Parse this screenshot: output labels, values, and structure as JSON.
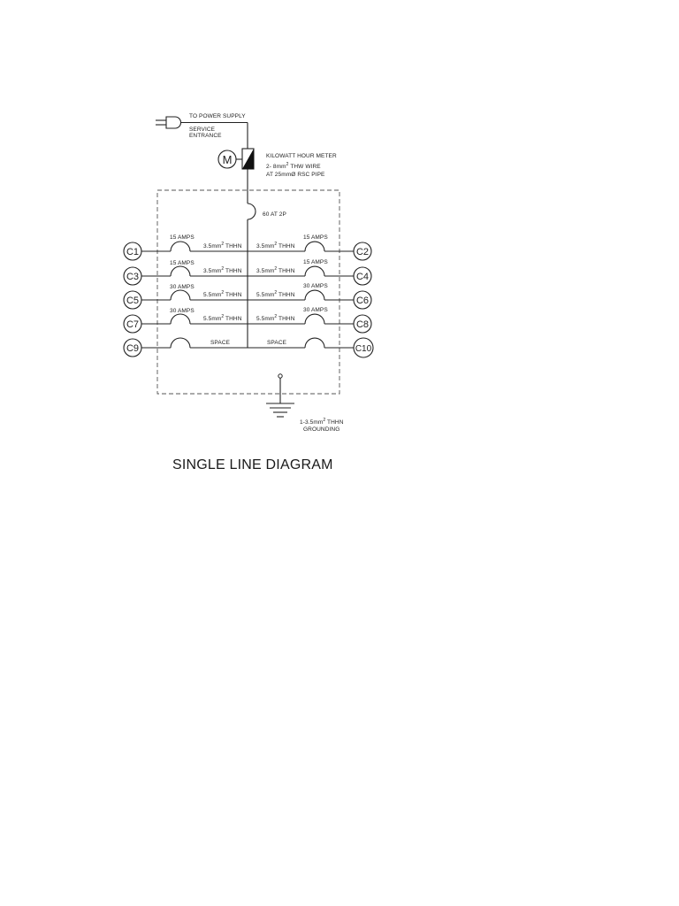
{
  "supply": {
    "to_power_supply": "TO POWER SUPPLY",
    "service_line1": "SERVICE",
    "service_line2": "ENTRANCE"
  },
  "meter": {
    "symbol": "M",
    "label": "KILOWATT HOUR METER",
    "wire_line1_pre": "2- 8mm",
    "wire_line1_post": " THW WIRE",
    "wire_line2": "AT 25mmØ RSC PIPE"
  },
  "main_breaker": {
    "label": "60 AT 2P"
  },
  "circuits": {
    "left": [
      {
        "id": "C1",
        "amps": "15 AMPS",
        "wire": "3.5mm",
        "wire_post": " THHN"
      },
      {
        "id": "C3",
        "amps": "15 AMPS",
        "wire": "3.5mm",
        "wire_post": " THHN"
      },
      {
        "id": "C5",
        "amps": "30 AMPS",
        "wire": "5.5mm",
        "wire_post": " THHN"
      },
      {
        "id": "C7",
        "amps": "30 AMPS",
        "wire": "5.5mm",
        "wire_post": " THHN"
      },
      {
        "id": "C9",
        "amps": "",
        "wire": "SPACE",
        "wire_post": ""
      }
    ],
    "right": [
      {
        "id": "C2",
        "amps": "15 AMPS",
        "wire": "3.5mm",
        "wire_post": " THHN"
      },
      {
        "id": "C4",
        "amps": "15 AMPS",
        "wire": "3.5mm",
        "wire_post": " THHN"
      },
      {
        "id": "C6",
        "amps": "30 AMPS",
        "wire": "5.5mm",
        "wire_post": " THHN"
      },
      {
        "id": "C8",
        "amps": "30 AMPS",
        "wire": "5.5mm",
        "wire_post": " THHN"
      },
      {
        "id": "C10",
        "amps": "",
        "wire": "SPACE",
        "wire_post": ""
      }
    ]
  },
  "grounding": {
    "line1_pre": "1-3.5mm",
    "line1_post": " THHN",
    "line2": "GROUNDING"
  },
  "superscript": "2",
  "title": "SINGLE LINE DIAGRAM"
}
